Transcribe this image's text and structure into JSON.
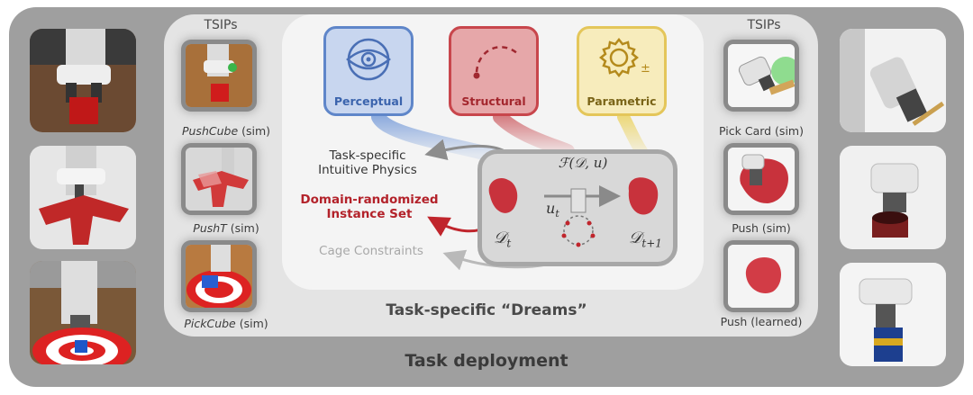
{
  "deployment_title": "Task deployment",
  "dreams_title": "Task-specific “Dreams”",
  "tsips_left": {
    "title": "TSIPs",
    "items": [
      {
        "name": "PushCube",
        "suffix": " (sim)"
      },
      {
        "name": "PushT",
        "suffix": " (sim)"
      },
      {
        "name": "PickCube",
        "suffix": " (sim)"
      }
    ]
  },
  "tsips_right": {
    "title": "TSIPs",
    "items": [
      {
        "label": "Pick Card (sim)"
      },
      {
        "label": "Push (sim)"
      },
      {
        "label": "Push (learned)"
      }
    ]
  },
  "categories": [
    {
      "label": "Perceptual",
      "color": "#5f86c9"
    },
    {
      "label": "Structural",
      "color": "#c8464c"
    },
    {
      "label": "Parametric",
      "color": "#e4c65a"
    }
  ],
  "physics_label_line1": "Task-specific",
  "physics_label_line2": "Intuitive Physics",
  "domain_label_line1": "Domain-randomized",
  "domain_label_line2": "Instance Set",
  "cage_label": "Cage Constraints",
  "dynamics": {
    "function": "ℱ(𝒟, u)",
    "control": "u",
    "control_sub": "t",
    "state_now": "𝒟",
    "state_now_sub": "t",
    "state_next": "𝒟",
    "state_next_sub": "t+1"
  },
  "colors": {
    "accent_red": "#c0252c",
    "blob_red": "#c8323c",
    "outer_gray": "#9f9f9f"
  }
}
